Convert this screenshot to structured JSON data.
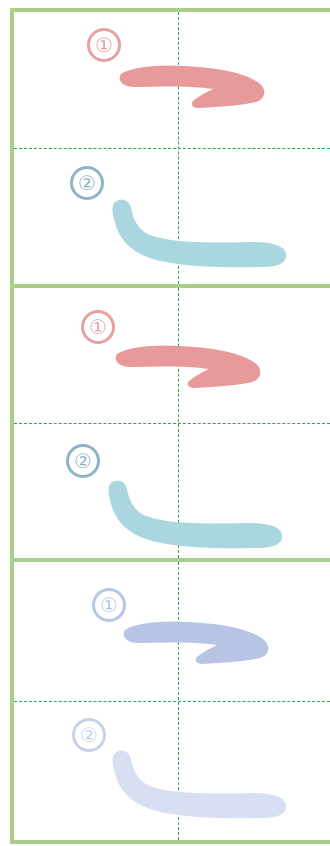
{
  "panels": [
    {
      "strokes": [
        {
          "number": "①",
          "icon": "horizontal-hook-stroke",
          "color": "#e89a9b"
        },
        {
          "number": "②",
          "icon": "curved-horizontal-stroke",
          "color": "#a9d6df"
        }
      ]
    },
    {
      "strokes": [
        {
          "number": "①",
          "icon": "horizontal-hook-stroke",
          "color": "#e89a9b"
        },
        {
          "number": "②",
          "icon": "curved-horizontal-stroke",
          "color": "#a9d6df"
        }
      ]
    },
    {
      "strokes": [
        {
          "number": "①",
          "icon": "horizontal-hook-stroke",
          "color": "#b8c4e4"
        },
        {
          "number": "②",
          "icon": "curved-horizontal-stroke",
          "color": "#d8dff2"
        }
      ]
    }
  ]
}
